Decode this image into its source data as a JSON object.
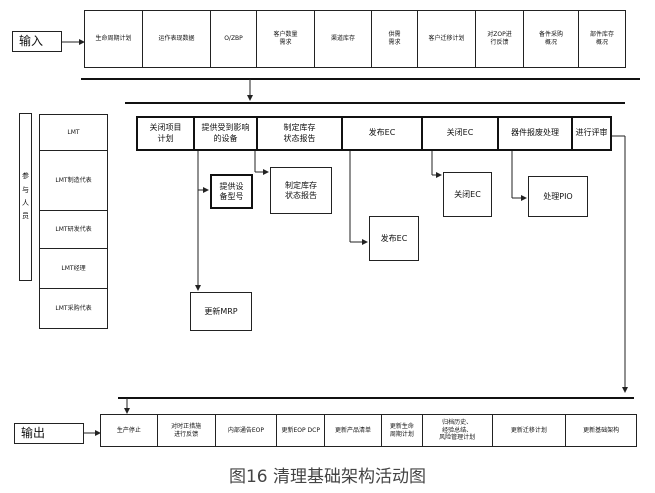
{
  "input": {
    "label": "输入",
    "items": [
      "生命周期计划",
      "运作表现数据",
      "O/ZBP",
      "客户数量\n需求",
      "渠道库存",
      "供需\n需求",
      "客户迁移计划",
      "对ZOP进\n行反馈",
      "备件采购\n概况",
      "部件库存\n概况"
    ]
  },
  "participants": {
    "label_chars": [
      "参",
      "与",
      "人",
      "员"
    ],
    "items": [
      "LMT",
      "LMT制造代表",
      "LMT研发代表",
      "LMT经理",
      "LMT采购代表"
    ]
  },
  "process": {
    "steps": [
      "关闭项目\n计划",
      "提供受到影响\n的设备",
      "制定库存\n状态报告",
      "发布EC",
      "关闭EC",
      "器件报废处理",
      "进行评审"
    ],
    "sub": {
      "device_model": "提供设\n备型号",
      "inventory_report": "制定库存\n状态报告",
      "release_ec": "发布EC",
      "close_ec": "关闭EC",
      "pio": "处理PIO",
      "update_mrp": "更新MRP"
    }
  },
  "output": {
    "label": "输出",
    "items": [
      "生产停止",
      "对时正措施\n进行反馈",
      "内部通告EOP",
      "更新EOP DCP",
      "更新产品清单",
      "更新生命\n周期计划",
      "归档历史、\n经验总结、\n风险管理计划",
      "更新迁移计划",
      "更新基础架构"
    ]
  },
  "caption": "图16 清理基础架构活动图"
}
